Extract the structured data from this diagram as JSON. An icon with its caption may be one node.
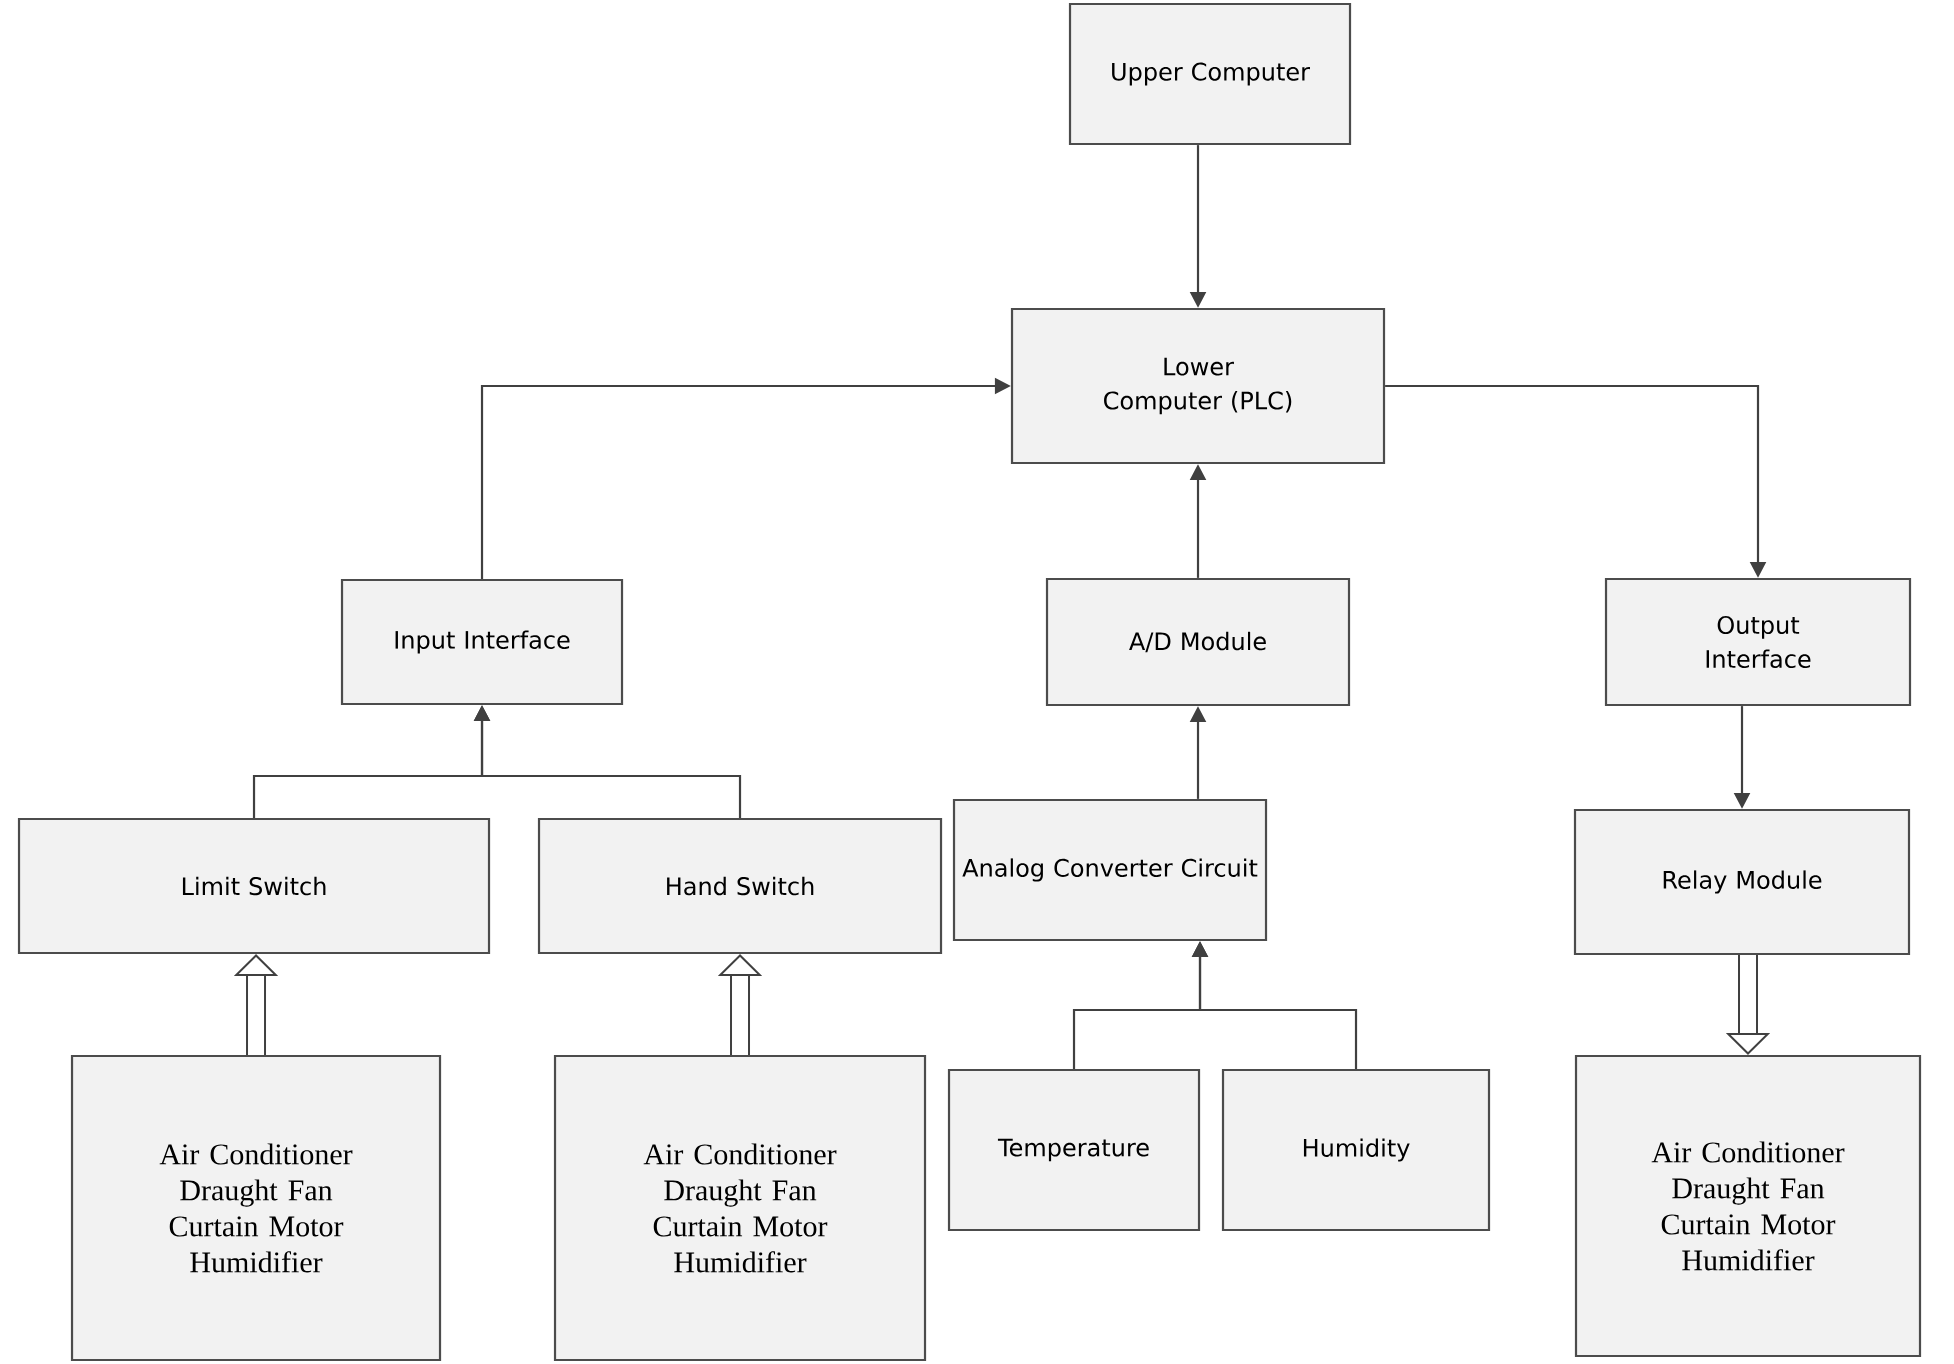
{
  "diagram": {
    "nodes": [
      {
        "text": [
          "Upper Computer"
        ]
      },
      {
        "text": [
          "Lower Computer (PLC)"
        ]
      },
      {
        "text": [
          "Input Interface"
        ]
      },
      {
        "text": [
          "A/D Module"
        ]
      },
      {
        "text": [
          "Output Interface"
        ]
      },
      {
        "text": [
          "Limit Switch"
        ]
      },
      {
        "text": [
          "Hand Switch"
        ]
      },
      {
        "text": [
          "Analog Converter Circuit"
        ]
      },
      {
        "text": [
          "Relay Module"
        ]
      },
      {
        "text": [
          "Air Conditioner Draught Fan Curtain Motor Humidifier"
        ]
      },
      {
        "text": [
          "Air Conditioner Draught Fan Curtain Motor Humidifier"
        ]
      },
      {
        "text": [
          "Temperature"
        ]
      },
      {
        "text": [
          "Humidity"
        ]
      },
      {
        "text": [
          "Air Conditioner Draught Fan Curtain Motor Humidifier"
        ]
      }
    ],
    "edges": [
      {
        "from": 0,
        "to": 1,
        "arrow": "to"
      },
      {
        "from": 2,
        "to": 1,
        "arrow": "to"
      },
      {
        "from": 3,
        "to": 1,
        "arrow": "to"
      },
      {
        "from": 1,
        "to": 4,
        "arrow": "to"
      },
      {
        "from": 5,
        "to": 2,
        "arrow": "to"
      },
      {
        "from": 6,
        "to": 2,
        "arrow": "to"
      },
      {
        "from": 9,
        "to": 5,
        "arrow": "to",
        "style": "thick"
      },
      {
        "from": 10,
        "to": 6,
        "arrow": "to",
        "style": "thick"
      },
      {
        "from": 7,
        "to": 3,
        "arrow": "to"
      },
      {
        "from": 11,
        "to": 7,
        "arrow": "to"
      },
      {
        "from": 12,
        "to": 7,
        "arrow": "to"
      },
      {
        "from": 4,
        "to": 8,
        "arrow": "to"
      },
      {
        "from": 8,
        "to": 13,
        "arrow": "to",
        "style": "thick"
      }
    ]
  }
}
